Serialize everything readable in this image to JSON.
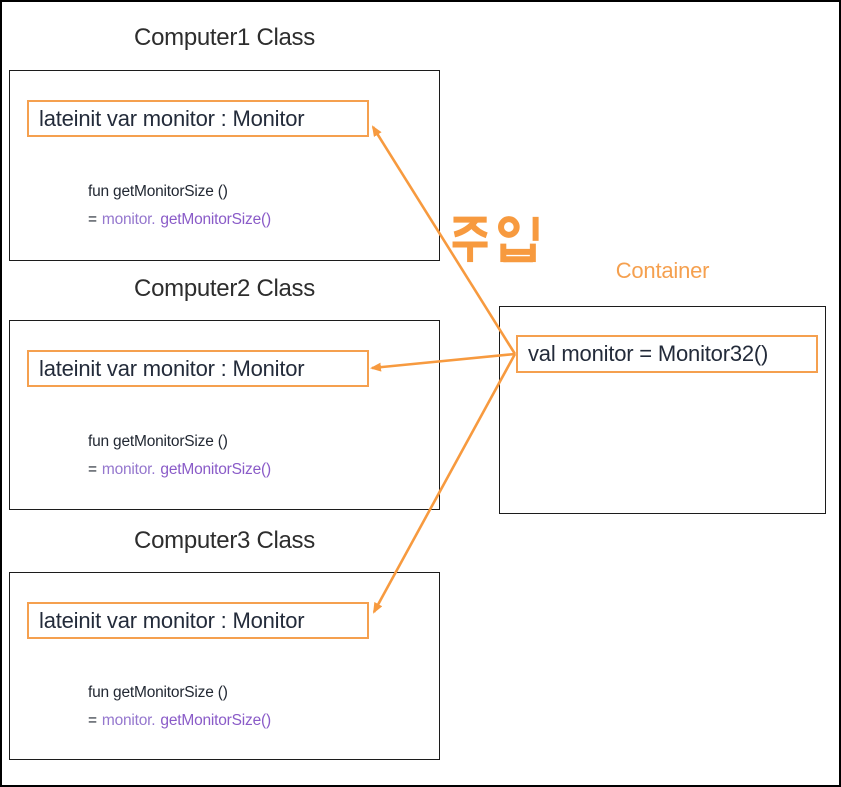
{
  "injection": {
    "label": "주입"
  },
  "container": {
    "title": "Container",
    "binding": "val monitor = Monitor32()"
  },
  "classes": [
    {
      "title": "Computer1 Class",
      "field": "lateinit var monitor : Monitor",
      "method_signature": "fun getMonitorSize ()",
      "method_body": {
        "eq": "=",
        "receiver": "monitor.",
        "call": "getMonitorSize()"
      }
    },
    {
      "title": "Computer2 Class",
      "field": "lateinit var monitor : Monitor",
      "method_signature": "fun getMonitorSize ()",
      "method_body": {
        "eq": "=",
        "receiver": "monitor.",
        "call": "getMonitorSize()"
      }
    },
    {
      "title": "Computer3 Class",
      "field": "lateinit var monitor : Monitor",
      "method_signature": "fun getMonitorSize ()",
      "method_body": {
        "eq": "=",
        "receiver": "monitor.",
        "call": "getMonitorSize()"
      }
    }
  ],
  "colors": {
    "orange_accent": "#F79A3F",
    "orange_border": "#F5A04F",
    "purple_receiver": "#9577CE",
    "purple_call": "#8A5BC8",
    "title_dark": "#2D2D2D",
    "code_dark": "#222833",
    "box_border": "#1C1C1C"
  }
}
